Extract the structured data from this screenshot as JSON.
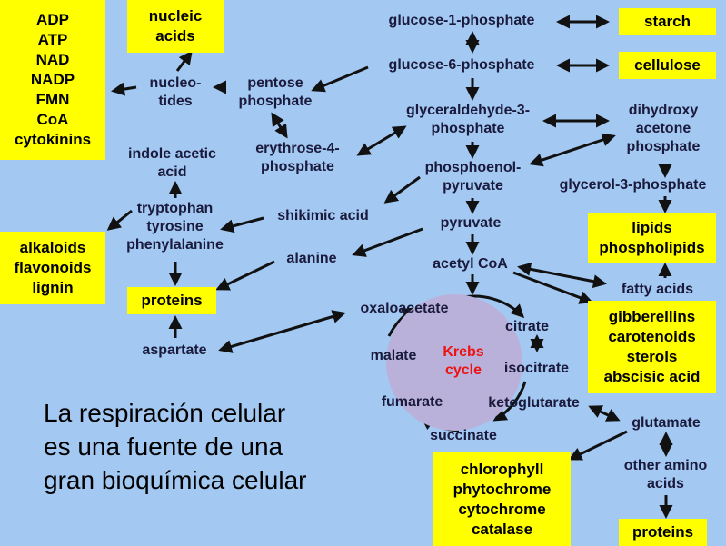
{
  "nodes": {
    "glucose1p": [
      "glucose-1-phosphate"
    ],
    "glucose6p": [
      "glucose-6-phosphate"
    ],
    "g3p": [
      "glyceraldehyde-3-",
      "phosphate"
    ],
    "dhap": [
      "dihydroxy",
      "acetone",
      "phosphate"
    ],
    "pep": [
      "phosphoenol-",
      "pyruvate"
    ],
    "glycerol3p": [
      "glycerol-3-phosphate"
    ],
    "pyruvate": [
      "pyruvate"
    ],
    "acetylcoa": [
      "acetyl CoA"
    ],
    "fattyacids": [
      "fatty acids"
    ],
    "pentose": [
      "pentose",
      "phosphate"
    ],
    "erythrose": [
      "erythrose-4-",
      "phosphate"
    ],
    "nucleotides": [
      "nucleo-",
      "tides"
    ],
    "iaa": [
      "indole acetic",
      "acid"
    ],
    "aromatic": [
      "tryptophan",
      "tyrosine",
      "phenylalanine"
    ],
    "shikimic": [
      "shikimic acid"
    ],
    "alanine": [
      "alanine"
    ],
    "aspartate": [
      "aspartate"
    ],
    "oxaloacetate": [
      "oxaloacetate"
    ],
    "citrate": [
      "citrate"
    ],
    "isocitrate": [
      "isocitrate"
    ],
    "ketoglutarate": [
      "ketoglutarate"
    ],
    "succinate": [
      "succinate"
    ],
    "fumarate": [
      "fumarate"
    ],
    "malate": [
      "malate"
    ],
    "glutamate": [
      "glutamate"
    ],
    "otheramino": [
      "other amino",
      "acids"
    ]
  },
  "boxes": {
    "cofactors": [
      "ADP",
      "ATP",
      "NAD",
      "NADP",
      "FMN",
      "CoA",
      "cytokinins"
    ],
    "nucleic": [
      "nucleic",
      "acids"
    ],
    "starch": [
      "starch"
    ],
    "cellulose": [
      "cellulose"
    ],
    "alkaloids": [
      "alkaloids",
      "flavonoids",
      "lignin"
    ],
    "proteins_left": [
      "proteins"
    ],
    "lipids": [
      "lipids",
      "phospholipids"
    ],
    "terpenoids": [
      "gibberellins",
      "carotenoids",
      "sterols",
      "abscisic acid"
    ],
    "pigments": [
      "chlorophyll",
      "phytochrome",
      "cytochrome",
      "catalase"
    ],
    "proteins_right": [
      "proteins"
    ]
  },
  "krebs": [
    "Krebs",
    "cycle"
  ],
  "caption": [
    "La respiración celular",
    "es una fuente de una",
    "gran bioquímica celular"
  ],
  "colors": {
    "background": "#a3c8f2",
    "box": "#ffff00",
    "krebs_fill": "#b9b1d9",
    "krebs_text": "#ee1111",
    "arrow": "#111111"
  }
}
